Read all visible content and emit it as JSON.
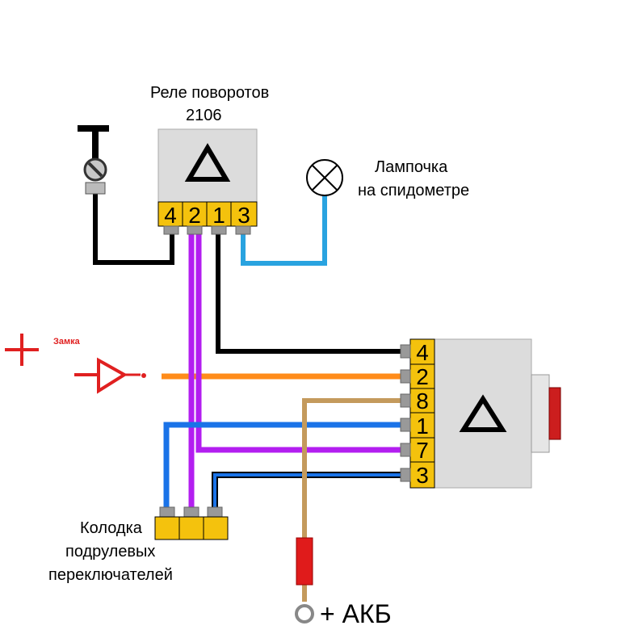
{
  "relay": {
    "title_line1": "Реле поворотов",
    "title_line2": "2106",
    "pins": [
      "4",
      "2",
      "1",
      "3"
    ]
  },
  "lamp": {
    "label_line1": "Лампочка",
    "label_line2": "на спидометре"
  },
  "ignition": {
    "plus": "+",
    "label": "Замка"
  },
  "switch_block": {
    "pins": [
      "4",
      "2",
      "8",
      "1",
      "7",
      "3"
    ]
  },
  "steering_connector": {
    "label_line1": "Колодка",
    "label_line2": "подрулевых",
    "label_line3": "переключателей"
  },
  "battery": {
    "label": "+ АКБ"
  },
  "colors": {
    "pin_yellow": "#f4c20d",
    "relay_body": "#dcdcdc",
    "wire_black": "#000000",
    "wire_purple": "#b31ef0",
    "wire_orange": "#ff8c1a",
    "wire_blue": "#1a73e8",
    "wire_lightblue": "#29a3e0",
    "wire_brown": "#c49a5c",
    "fuse_red": "#e01b1b",
    "signal_red": "#e02020"
  }
}
